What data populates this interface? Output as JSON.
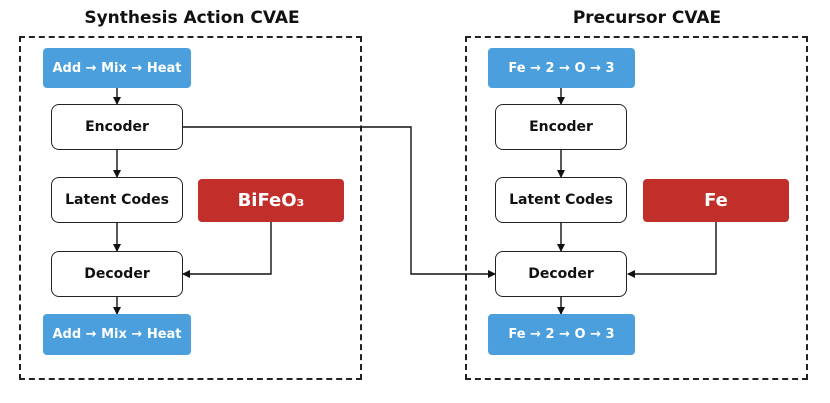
{
  "left_panel": {
    "title": "Synthesis Action CVAE",
    "input": "Add → Mix → Heat",
    "encoder": "Encoder",
    "latent": "Latent Codes",
    "condition": "BiFeO₃",
    "decoder": "Decoder",
    "output": "Add → Mix → Heat"
  },
  "right_panel": {
    "title": "Precursor CVAE",
    "input": "Fe → 2 → O → 3",
    "encoder": "Encoder",
    "latent": "Latent Codes",
    "condition": "Fe",
    "decoder": "Decoder",
    "output": "Fe → 2 → O → 3"
  },
  "colors": {
    "sequence_box": "#4a9fdc",
    "condition_box": "#c22f2b",
    "module_border": "#222222"
  }
}
